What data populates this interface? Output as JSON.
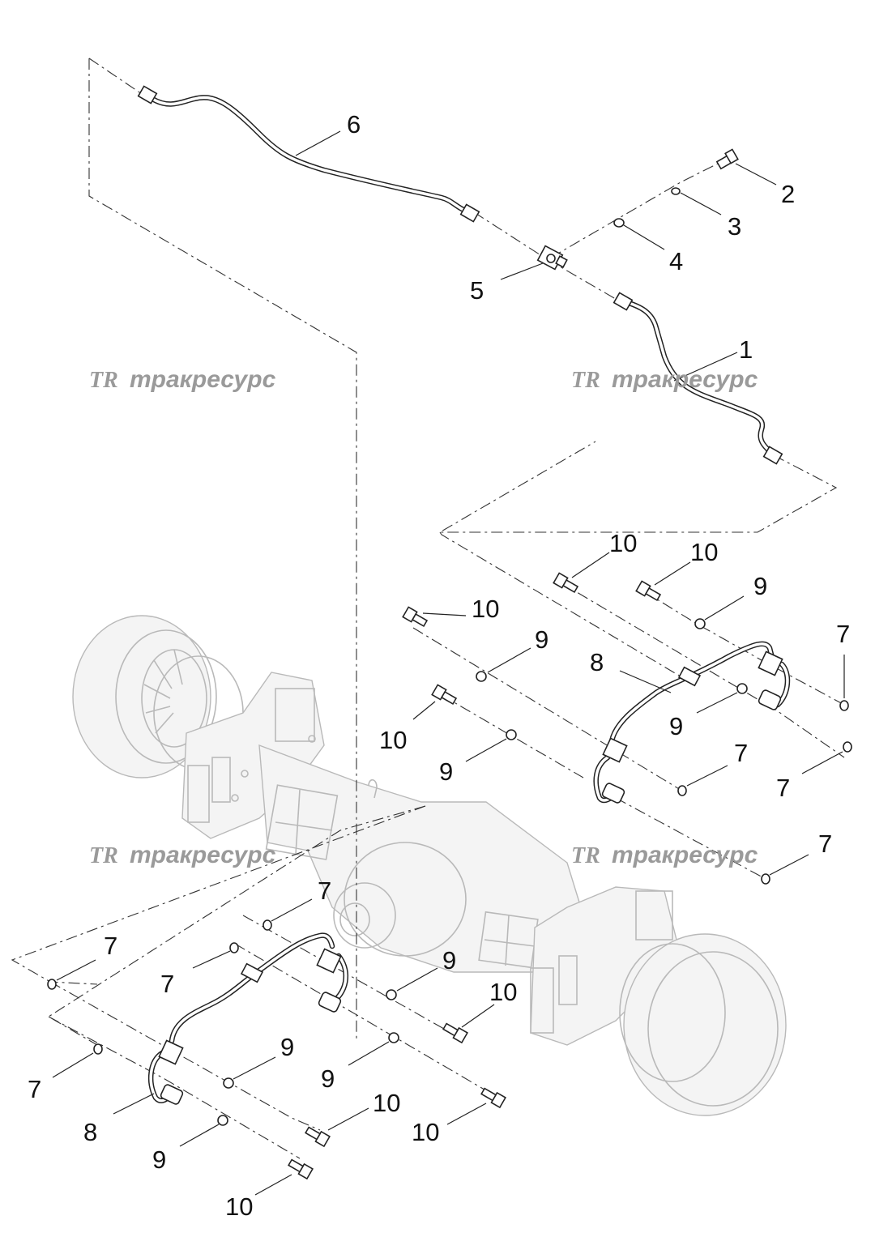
{
  "callouts": [
    {
      "id": "c1",
      "label": "1"
    },
    {
      "id": "c2",
      "label": "2"
    },
    {
      "id": "c3",
      "label": "3"
    },
    {
      "id": "c4",
      "label": "4"
    },
    {
      "id": "c5",
      "label": "5"
    },
    {
      "id": "c6",
      "label": "6"
    },
    {
      "id": "c7a",
      "label": "7"
    },
    {
      "id": "c7b",
      "label": "7"
    },
    {
      "id": "c7c",
      "label": "7"
    },
    {
      "id": "c7d",
      "label": "7"
    },
    {
      "id": "c7e",
      "label": "7"
    },
    {
      "id": "c7f",
      "label": "7"
    },
    {
      "id": "c7g",
      "label": "7"
    },
    {
      "id": "c7h",
      "label": "7"
    },
    {
      "id": "c8a",
      "label": "8"
    },
    {
      "id": "c8b",
      "label": "8"
    },
    {
      "id": "c9a",
      "label": "9"
    },
    {
      "id": "c9b",
      "label": "9"
    },
    {
      "id": "c9c",
      "label": "9"
    },
    {
      "id": "c9d",
      "label": "9"
    },
    {
      "id": "c9e",
      "label": "9"
    },
    {
      "id": "c9f",
      "label": "9"
    },
    {
      "id": "c9g",
      "label": "9"
    },
    {
      "id": "c9h",
      "label": "9"
    },
    {
      "id": "c10a",
      "label": "10"
    },
    {
      "id": "c10b",
      "label": "10"
    },
    {
      "id": "c10c",
      "label": "10"
    },
    {
      "id": "c10d",
      "label": "10"
    },
    {
      "id": "c10e",
      "label": "10"
    },
    {
      "id": "c10f",
      "label": "10"
    },
    {
      "id": "c10g",
      "label": "10"
    },
    {
      "id": "c10h",
      "label": "10"
    }
  ],
  "watermark": {
    "logo": "TR",
    "text": "тракресурс"
  }
}
